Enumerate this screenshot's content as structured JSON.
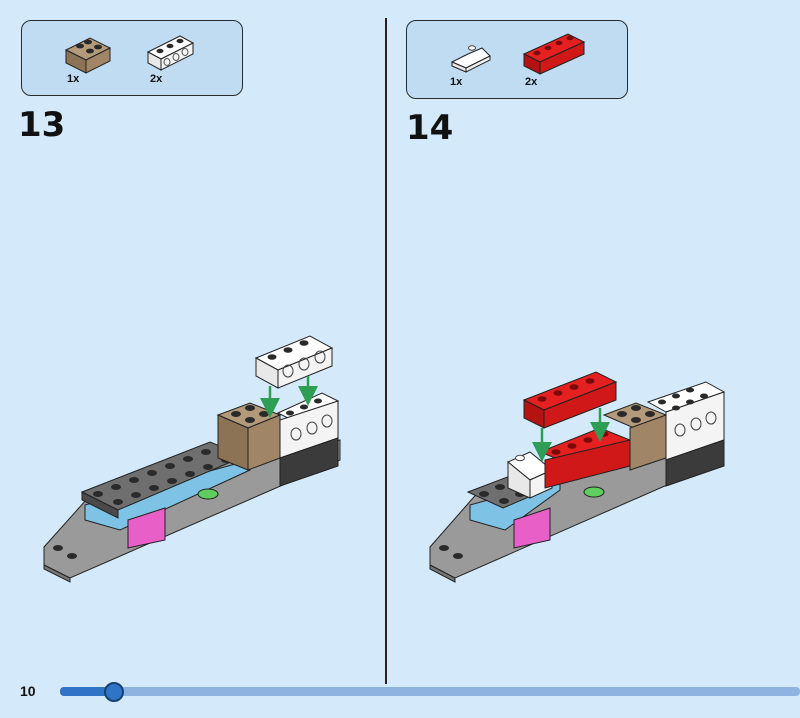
{
  "page_number": "10",
  "progress": 0.07,
  "steps": [
    {
      "number": "13",
      "parts": [
        {
          "qty": "1x",
          "name": "tan-2x2-brick",
          "color": "#9a8163"
        },
        {
          "qty": "2x",
          "name": "white-1x4-technic-brick",
          "color": "#f6f6f6"
        }
      ]
    },
    {
      "number": "14",
      "parts": [
        {
          "qty": "1x",
          "name": "white-slope-brick",
          "color": "#f6f6f6"
        },
        {
          "qty": "2x",
          "name": "red-1x4-technic-brick",
          "color": "#d61a1a"
        }
      ]
    }
  ],
  "colors": {
    "background": "#d4eafa",
    "parts_box": "#bfdcf3",
    "progress_track": "#8fb3e0",
    "progress_fill": "#2f74c6",
    "arrow": "#2f9e55"
  }
}
